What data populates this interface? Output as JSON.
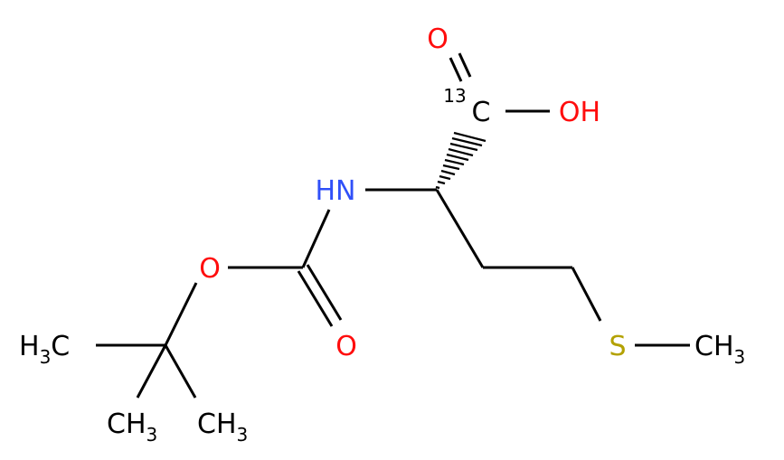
{
  "colors": {
    "carbon": "#000000",
    "oxygen": "#ff0d0d",
    "nitrogen": "#3050f8",
    "sulfur": "#b3a100",
    "background": "#ffffff"
  },
  "atoms": {
    "carbonyl_O_top": "O",
    "hydroxyl": "OH",
    "carboxyl_C": "C",
    "carboxyl_isotope": "13",
    "amine": "HN",
    "ester_O": "O",
    "boc_carbonyl_O": "O",
    "sulfur": "S",
    "s_methyl": {
      "main": "CH",
      "sub": "3"
    },
    "tbu_methyl_left": {
      "main": "H",
      "sub": "3",
      "tail": "C"
    },
    "tbu_methyl_bottom_left": {
      "main": "CH",
      "sub": "3"
    },
    "tbu_methyl_bottom_right": {
      "main": "CH",
      "sub": "3"
    }
  }
}
